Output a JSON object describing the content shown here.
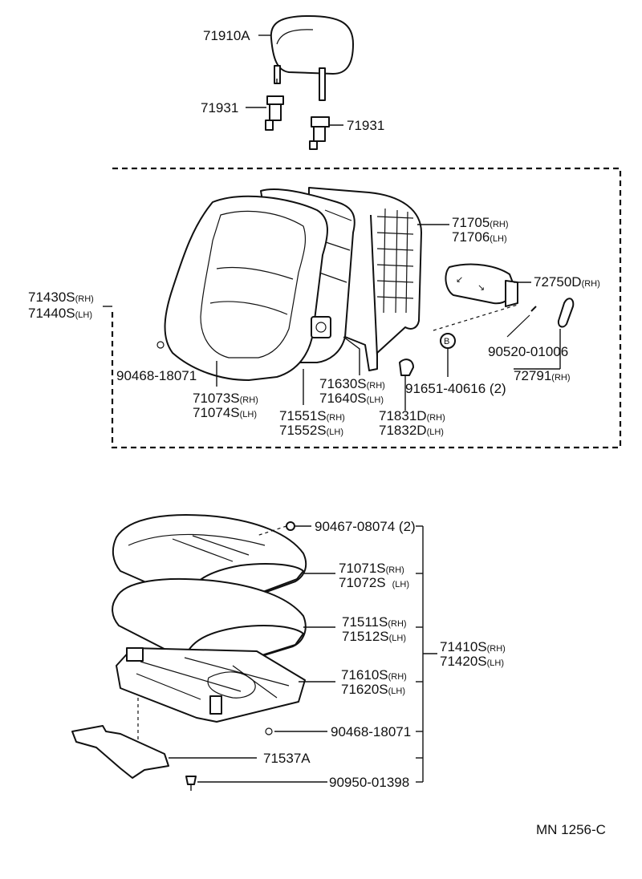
{
  "labels": {
    "headrest": "71910A",
    "guide_left": "71931",
    "guide_right": "71931",
    "backframe_rh": "71705",
    "backframe_lh": "71706",
    "knob_rh": "72750D",
    "back_assy_rh": "71430S",
    "back_assy_lh": "71440S",
    "hogring_upper": "90468-18071",
    "back_cover_rh": "71073S",
    "back_cover_lh": "71074S",
    "back_pad_rh": "71551S",
    "back_pad_lh": "71552S",
    "back_spring_rh": "71630S",
    "back_spring_lh": "71640S",
    "screw_b": "91651-40616 (2)",
    "hinge_rh": "71831D",
    "hinge_lh": "71832D",
    "clip_b": "90520-01006",
    "cover_rh": "72791",
    "fastener_top": "90467-08074 (2)",
    "cushion_cover_rh": "71071S",
    "cushion_cover_lh": "71072S",
    "cushion_pad_rh": "71511S",
    "cushion_pad_lh": "71512S",
    "cushion_assy_rh": "71410S",
    "cushion_assy_lh": "71420S",
    "cushion_spring_rh": "71610S",
    "cushion_spring_lh": "71620S",
    "hogring_lower": "90468-18071",
    "plate": "71537A",
    "clip_bottom": "90950-01398",
    "ref_code": "MN 1256-C"
  },
  "suffix": {
    "rh": "(RH)",
    "lh": "(LH)"
  },
  "callout_b": "B"
}
